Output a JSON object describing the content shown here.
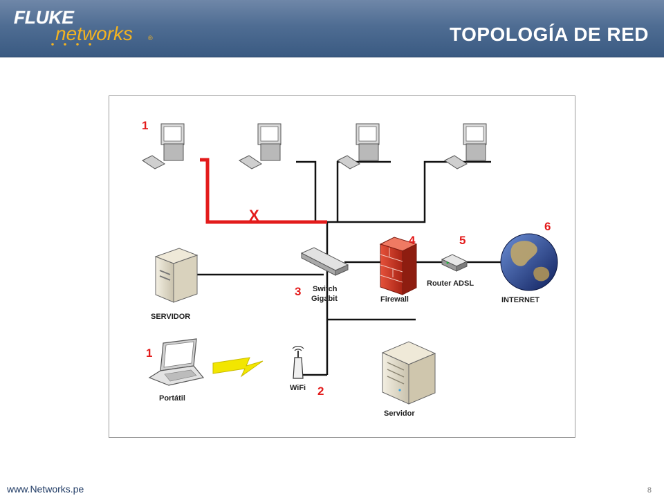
{
  "header": {
    "logo_brand": "FLUKE",
    "logo_sub": "networks",
    "logo_mark": "®",
    "title": "TOPOLOGÍA DE RED"
  },
  "diagram": {
    "device_labels": {
      "switch_line1": "Switch",
      "switch_line2": "Gigabit",
      "firewall": "Firewall",
      "router": "Router ADSL",
      "internet": "INTERNET",
      "servidor_left": "SERVIDOR",
      "wifi": "WiFi",
      "portatil": "Portátil",
      "servidor_bottom": "Servidor"
    },
    "markers": {
      "pc_number": "1",
      "laptop_number": "1",
      "wifi_number": "2",
      "switch_number": "3",
      "firewall_number": "4",
      "router_number": "5",
      "internet_number": "6",
      "fault_mark": "X"
    },
    "colors": {
      "marker_red": "#e31b1b",
      "cable": "#111111",
      "lightning": "#f2e600"
    }
  },
  "footer": {
    "url": "www.Networks.pe",
    "page_number": "8"
  }
}
